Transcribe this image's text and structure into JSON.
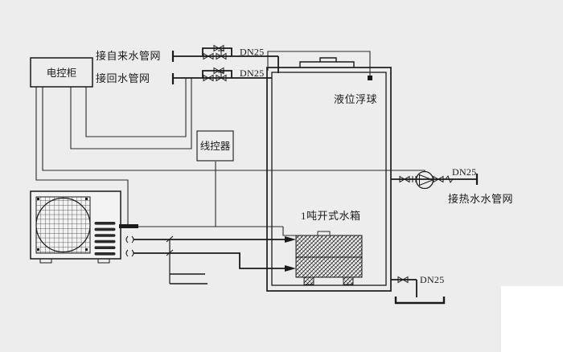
{
  "diagram_title": "heat-pump-water-heater-piping-schematic",
  "colors": {
    "background": "#ededed",
    "line": "#1a1a1a",
    "white_patch": "#ffffff"
  },
  "labels": {
    "control_cabinet": "电控柜",
    "tap_water_network": "接自来水管网",
    "return_water_network": "接回水管网",
    "wire_controller": "线控器",
    "float_ball": "液位浮球",
    "tank": "1吨开式水箱",
    "hot_water_network": "接热水水管网",
    "dn25_tap": "DN25",
    "dn25_return": "DN25",
    "dn25_hot": "DN25",
    "dn25_drain": "DN25"
  }
}
